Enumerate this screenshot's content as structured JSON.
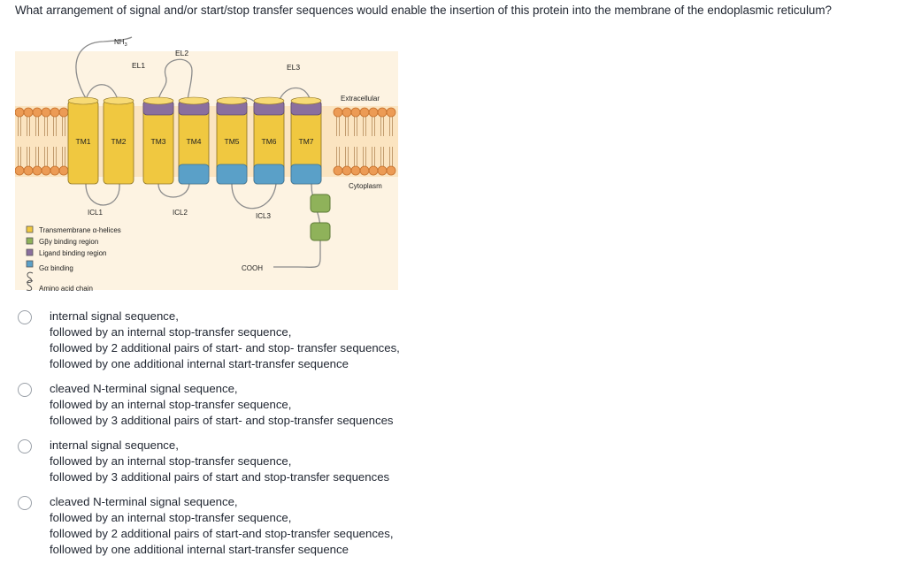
{
  "question": "What arrangement of signal and/or start/stop transfer sequences would enable the insertion of this protein into the membrane of the endoplasmic reticulum?",
  "figure": {
    "nh3": "NH",
    "nh3_sub": "3",
    "el1": "EL1",
    "el2": "EL2",
    "el3": "EL3",
    "extracellular": "Extracellular",
    "cytoplasm": "Cytoplasm",
    "tm": [
      "TM1",
      "TM2",
      "TM3",
      "TM4",
      "TM5",
      "TM6",
      "TM7"
    ],
    "icl1": "ICL1",
    "icl2": "ICL2",
    "icl3": "ICL3",
    "cooh": "COOH",
    "legend": {
      "helices": "Transmembrane α-helices",
      "gby": "Gβγ binding region",
      "ligand": "Ligand binding region",
      "galpha": "Gα binding",
      "chain": "Amino acid chain"
    },
    "colors": {
      "helix": "#f0c840",
      "ligand": "#8a6f9e",
      "galpha": "#5aa0c8",
      "gby": "#8fb25a",
      "membrane_bg": "#fcefd8",
      "lipid_head": "#ec9b55"
    }
  },
  "options": [
    {
      "lines": [
        "internal signal sequence,",
        "followed by an internal stop-transfer sequence,",
        "followed by 2 additional pairs of start- and stop- transfer sequences,",
        "followed by one additional internal start-transfer sequence"
      ]
    },
    {
      "lines": [
        "cleaved N-terminal signal sequence,",
        "followed by an internal stop-transfer sequence,",
        "followed by 3 additional pairs of start- and stop-transfer sequences"
      ]
    },
    {
      "lines": [
        "internal signal sequence,",
        "followed by an internal stop-transfer sequence,",
        "followed by 3 additional pairs of start and stop-transfer sequences"
      ]
    },
    {
      "lines": [
        "cleaved N-terminal signal sequence,",
        "followed by an internal stop-transfer sequence,",
        "followed by 2 additional pairs of start-and stop-transfer sequences,",
        "followed by one additional internal start-transfer sequence"
      ]
    }
  ]
}
